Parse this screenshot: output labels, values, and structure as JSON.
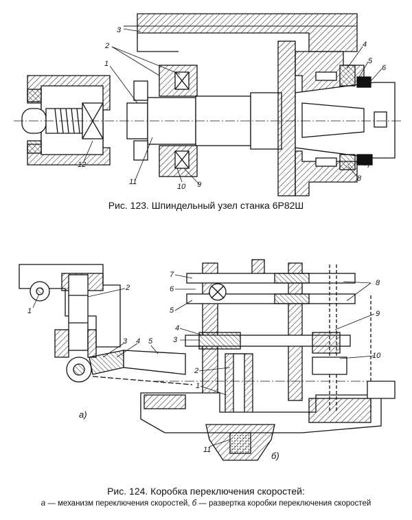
{
  "fig123": {
    "caption": "Рис. 123. Шпиндельный узел станка 6Р82Ш",
    "labels": [
      "1",
      "2",
      "3",
      "4",
      "5",
      "6",
      "7",
      "8",
      "9",
      "10",
      "11",
      "12"
    ]
  },
  "fig124": {
    "caption": "Рис. 124. Коробка переключения скоростей:",
    "subcaption_a": "а",
    "subcaption_a_text": " — механизм переключения скоростей, ",
    "subcaption_b": "б",
    "subcaption_b_text": " — развертка коробки переключения скоростей",
    "panel_a": "а)",
    "panel_b": "б)",
    "labels_a": [
      "1",
      "2",
      "3",
      "4",
      "5"
    ],
    "labels_b": [
      "1",
      "2",
      "3",
      "4",
      "5",
      "6",
      "7",
      "8",
      "9",
      "10",
      "11"
    ]
  }
}
